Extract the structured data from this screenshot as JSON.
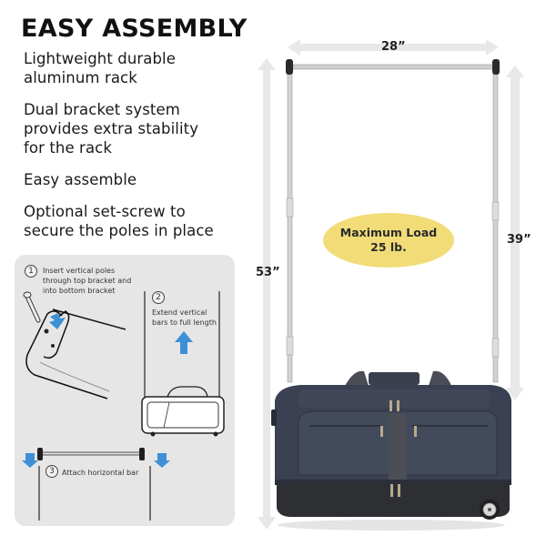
{
  "headline": "EASY ASSEMBLY",
  "features": [
    "Lightweight durable\naluminum rack",
    "Dual bracket system\nprovides extra stability\nfor the rack",
    "Easy assemble",
    "Optional set-screw to\nsecure the poles in place"
  ],
  "steps": [
    {
      "number": "1",
      "text": "Insert vertical poles\nthrough top bracket and\ninto bottom bracket"
    },
    {
      "number": "2",
      "text": "Extend vertical\nbars to full length"
    },
    {
      "number": "3",
      "text": "Attach horizontal bar"
    }
  ],
  "dimensions": {
    "width": "28”",
    "total_height": "53”",
    "rack_height": "39”"
  },
  "load_badge": {
    "line1": "Maximum Load",
    "line2": "25 lb."
  },
  "colors": {
    "panel_bg": "#e6e6e6",
    "arrow_gray": "#e8e8e8",
    "step_arrow_blue": "#3d8fd6",
    "badge_yellow": "#f2dc78",
    "bag_navy": "#3b4152",
    "rack_silver": "#c9c9c9",
    "rack_cap": "#2a2a2a"
  }
}
